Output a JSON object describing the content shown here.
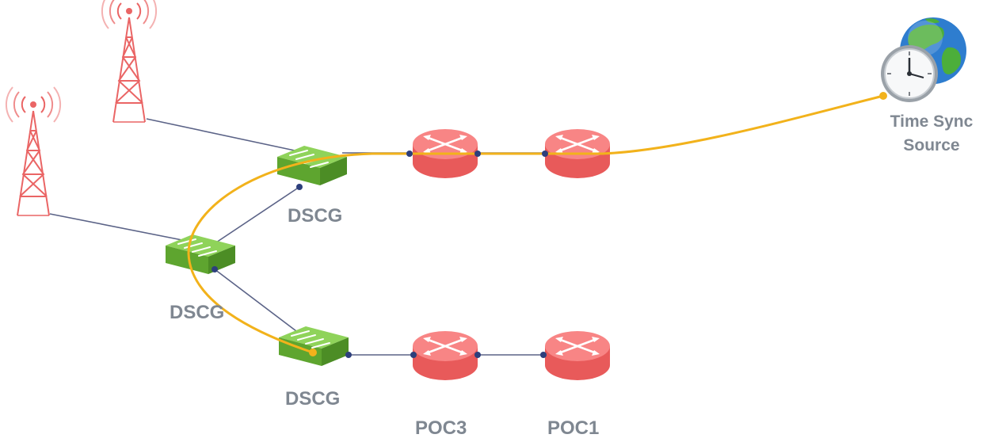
{
  "nodes": {
    "switch_top_label": "DSCG",
    "switch_mid_label": "DSCG",
    "switch_bottom_label": "DSCG",
    "router_poc3_label": "POC3",
    "router_poc1_label": "POC1",
    "time_source_label_line1": "Time Sync",
    "time_source_label_line2": "Source"
  },
  "icons": {
    "tower": "cell-tower-icon",
    "switch": "network-switch-icon",
    "router": "router-icon",
    "time_source": "globe-clock-icon"
  },
  "colors": {
    "sync_path": "#f2b21b",
    "link": "#5b6387",
    "switch_green": "#7cc242",
    "router_red": "#f47474",
    "tower_red": "#ec6a6a",
    "label_gray": "#7f8791",
    "node_dot": "#2d3f7c"
  }
}
